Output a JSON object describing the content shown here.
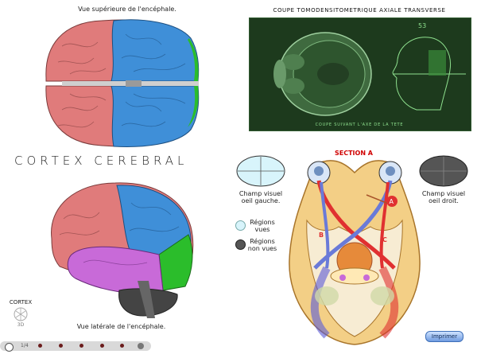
{
  "labels": {
    "top_view": "Vue supérieure de l'encéphale.",
    "lateral_view": "Vue latérale de l'encéphale.",
    "title": "CORTEX CEREBRAL",
    "ct_title": "COUPE TOMODENSITOMETRIQUE AXIALE TRANSVERSE",
    "ct_slice_number": "53",
    "ct_footer": "COUPE SUIVANT L'AXE DE LA TETE",
    "section": "SECTION A",
    "left_field": "Champ visuel oeil gauche.",
    "right_field": "Champ visuel oeil droit.",
    "regions_seen": "Régions vues",
    "regions_unseen": "Régions non vues",
    "marker_a": "A",
    "marker_b": "B",
    "marker_c": "C",
    "logo_text": "CORTEX",
    "logo_sub": "3D",
    "print_button": "Imprimer",
    "pager": "1/4"
  },
  "colors": {
    "frontal": "#e07b7b",
    "parietal": "#3f8fd8",
    "occipital": "#2bbd2b",
    "temporal": "#c86ad8",
    "cerebellum": "#444444",
    "seen": "#d8f4fb",
    "unseen": "#555555",
    "ct_bg": "#1d3a1d",
    "accent_red": "#d00000"
  }
}
